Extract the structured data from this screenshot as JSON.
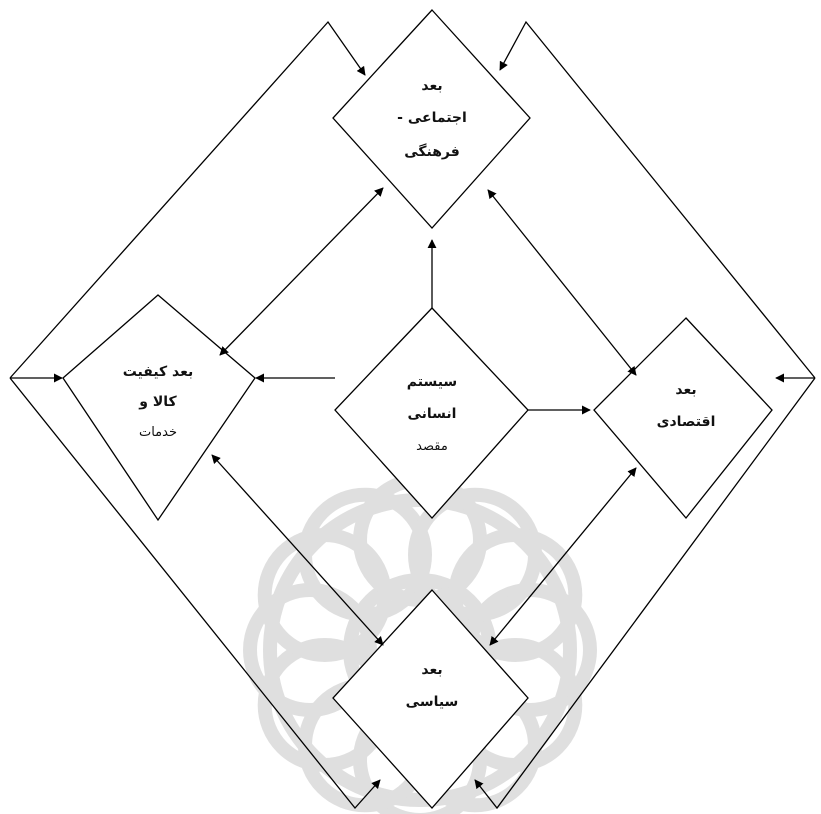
{
  "colors": {
    "line": "#000000",
    "text": "#111111",
    "watermark": "#d9d9d9"
  },
  "icons": {
    "watermark": "star-rosette-watermark-icon",
    "arrowhead": "arrowhead-icon"
  },
  "nodes": {
    "center": {
      "lines": [
        "سیستم",
        "انسانی",
        "مقصد"
      ]
    },
    "social": {
      "lines": [
        "بعد",
        "اجتماعی -",
        "فرهنگی"
      ]
    },
    "quality": {
      "lines": [
        "بعد کیفیت",
        "کالا و",
        "خدمات"
      ]
    },
    "economic": {
      "lines": [
        "بعد",
        "اقتصادی"
      ]
    },
    "political": {
      "lines": [
        "بعد",
        "سیاسی"
      ]
    }
  }
}
